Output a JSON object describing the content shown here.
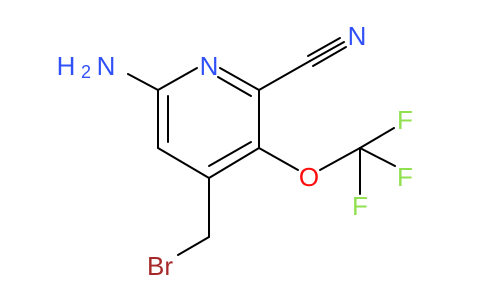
{
  "colors": {
    "background": "#ffffff",
    "bond": "#000000",
    "nitrogen": "#3050F8",
    "oxygen": "#FF0D0D",
    "fluorine": "#90E050",
    "bromine": "#A62929"
  },
  "atoms": {
    "amino_h": "H",
    "amino_subscript": "2",
    "amino_n": "N",
    "ring_n": "N",
    "nitrile_n": "N",
    "oxygen": "O",
    "fluorine_top": "F",
    "fluorine_middle": "F",
    "fluorine_bottom": "F",
    "bromine": "Br"
  }
}
